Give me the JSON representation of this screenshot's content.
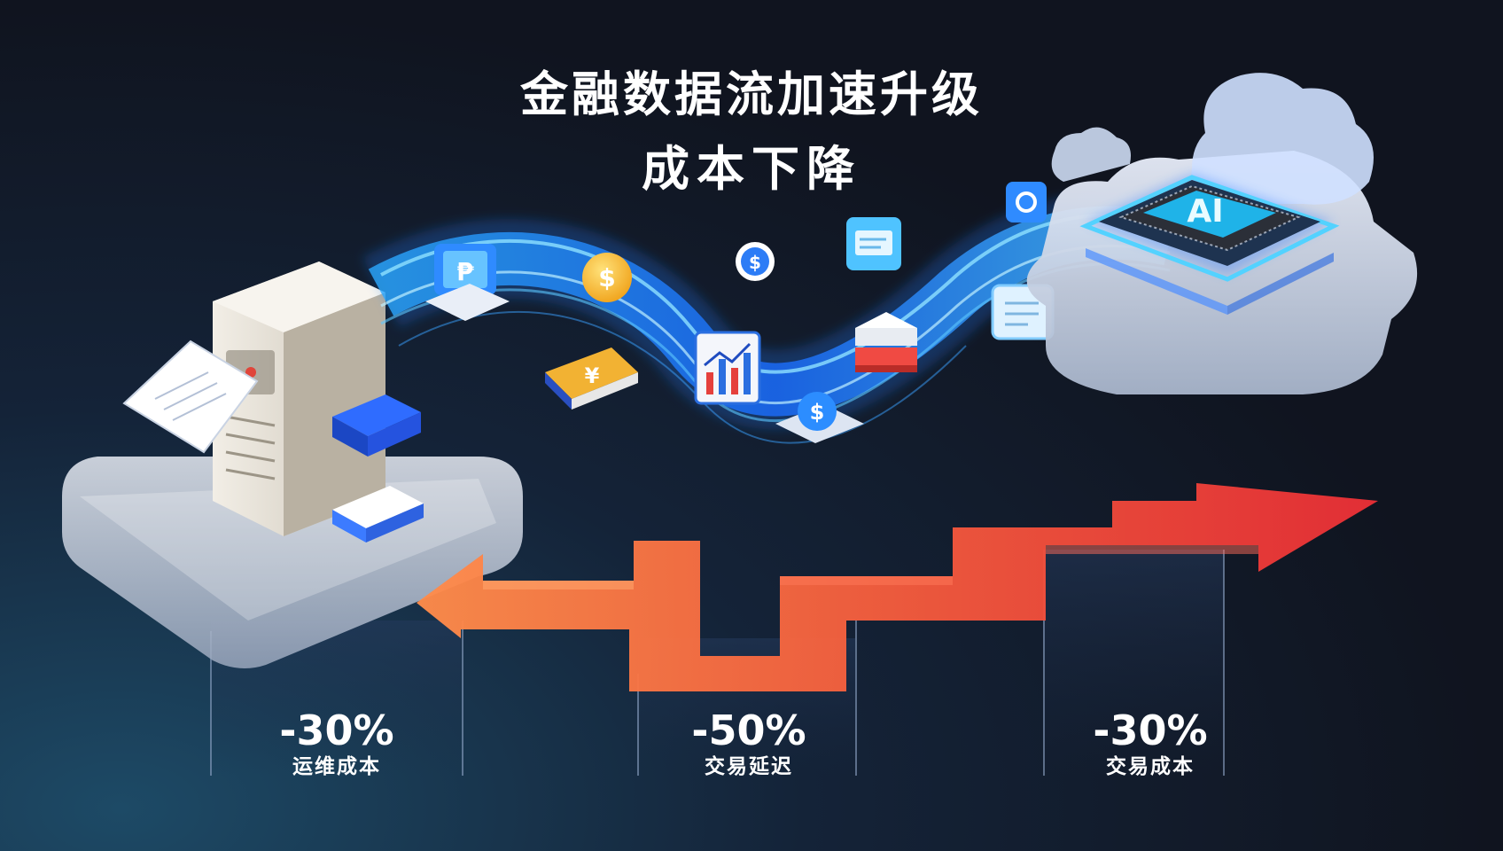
{
  "title": {
    "line1": "金融数据流加速升级",
    "line2": "成本下降"
  },
  "chip": {
    "label": "AI"
  },
  "stats": [
    {
      "value": "-30%",
      "label": "运维成本"
    },
    {
      "value": "-50%",
      "label": "交易延迟"
    },
    {
      "value": "-30%",
      "label": "交易成本"
    }
  ],
  "icons": {
    "left": "server-icon",
    "right": "cloud-ai-chip-icon",
    "floating": [
      "document-icon",
      "coin-icon",
      "dollar-badge-icon",
      "monitor-icon",
      "book-icon",
      "chart-icon",
      "database-icon",
      "note-icon"
    ]
  },
  "colors": {
    "stream": "#1e90ff",
    "arrow": "#f2463b",
    "arrow_light": "#ff8a4a",
    "chip": "#35d3ff"
  }
}
